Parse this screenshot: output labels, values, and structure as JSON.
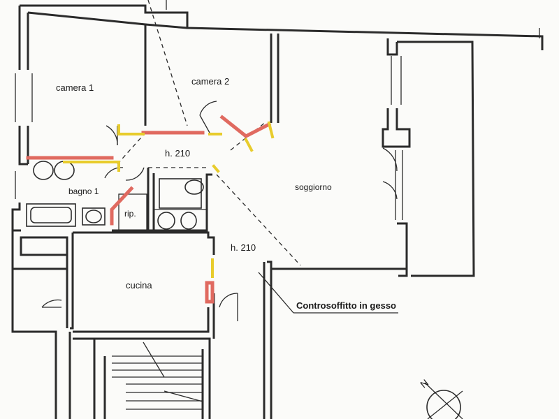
{
  "rooms": {
    "camera1": "camera 1",
    "camera2": "camera 2",
    "bagno1": "bagno 1",
    "rip": "rip.",
    "soggiorno": "soggiorno",
    "cucina": "cucina"
  },
  "heights": {
    "corridor": "h. 210",
    "entrance": "h. 210"
  },
  "annotation": "Controsoffitto in gesso",
  "compass": "N",
  "colors": {
    "ink": "#2b2b2b",
    "demolition_red": "#e06a60",
    "construction_yellow": "#e8cc2c"
  }
}
